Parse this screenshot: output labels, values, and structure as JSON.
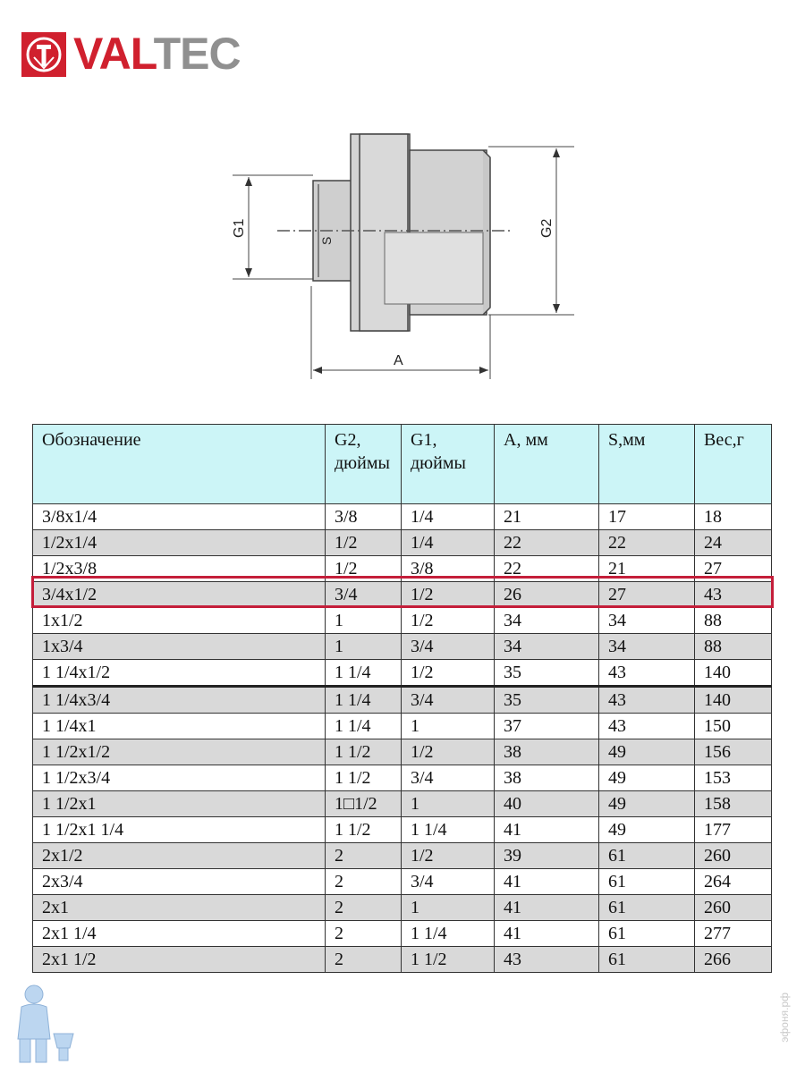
{
  "brand": {
    "name": "VALTEC",
    "color": "#d0202e",
    "tec_color": "#909090"
  },
  "drawing": {
    "labels": {
      "g1": "G1",
      "g2": "G2",
      "s": "S",
      "a": "A"
    }
  },
  "table": {
    "headers": [
      "Обозначение",
      "G2, дюймы",
      "G1, дюймы",
      "A, мм",
      "S,мм",
      "Вес,г"
    ],
    "rows": [
      [
        "3/8x1/4",
        "3/8",
        "1/4",
        "21",
        "17",
        "18"
      ],
      [
        "1/2x1/4",
        "1/2",
        "1/4",
        "22",
        "22",
        "24"
      ],
      [
        "1/2x3/8",
        "1/2",
        "3/8",
        "22",
        "21",
        "27"
      ],
      [
        "3/4x1/2",
        "3/4",
        "1/2",
        "26",
        "27",
        "43"
      ],
      [
        "1x1/2",
        "1",
        "1/2",
        "34",
        "34",
        "88"
      ],
      [
        "1x3/4",
        "1",
        "3/4",
        "34",
        "34",
        "88"
      ],
      [
        "1 1/4x1/2",
        "1 1/4",
        "1/2",
        "35",
        "43",
        "140"
      ],
      [
        "1 1/4x3/4",
        "1 1/4",
        "3/4",
        "35",
        "43",
        "140"
      ],
      [
        "1 1/4x1",
        "1 1/4",
        "1",
        "37",
        "43",
        "150"
      ],
      [
        "1 1/2x1/2",
        "1 1/2",
        "1/2",
        "38",
        "49",
        "156"
      ],
      [
        "1 1/2x3/4",
        "1 1/2",
        "3/4",
        "38",
        "49",
        "153"
      ],
      [
        "1 1/2x1",
        "1□1/2",
        "1",
        "40",
        "49",
        "158"
      ],
      [
        "1 1/2x1 1/4",
        "1 1/2",
        "1 1/4",
        "41",
        "49",
        "177"
      ],
      [
        "2x1/2",
        "2",
        "1/2",
        "39",
        "61",
        "260"
      ],
      [
        "2x3/4",
        "2",
        "3/4",
        "41",
        "61",
        "264"
      ],
      [
        "2x1",
        "2",
        "1",
        "41",
        "61",
        "260"
      ],
      [
        "2x1 1/4",
        "2",
        "1 1/4",
        "41",
        "61",
        "277"
      ],
      [
        "2x1 1/2",
        "2",
        "1 1/2",
        "43",
        "61",
        "266"
      ]
    ],
    "highlight_row": 3
  },
  "watermark": "эфоня.рф"
}
